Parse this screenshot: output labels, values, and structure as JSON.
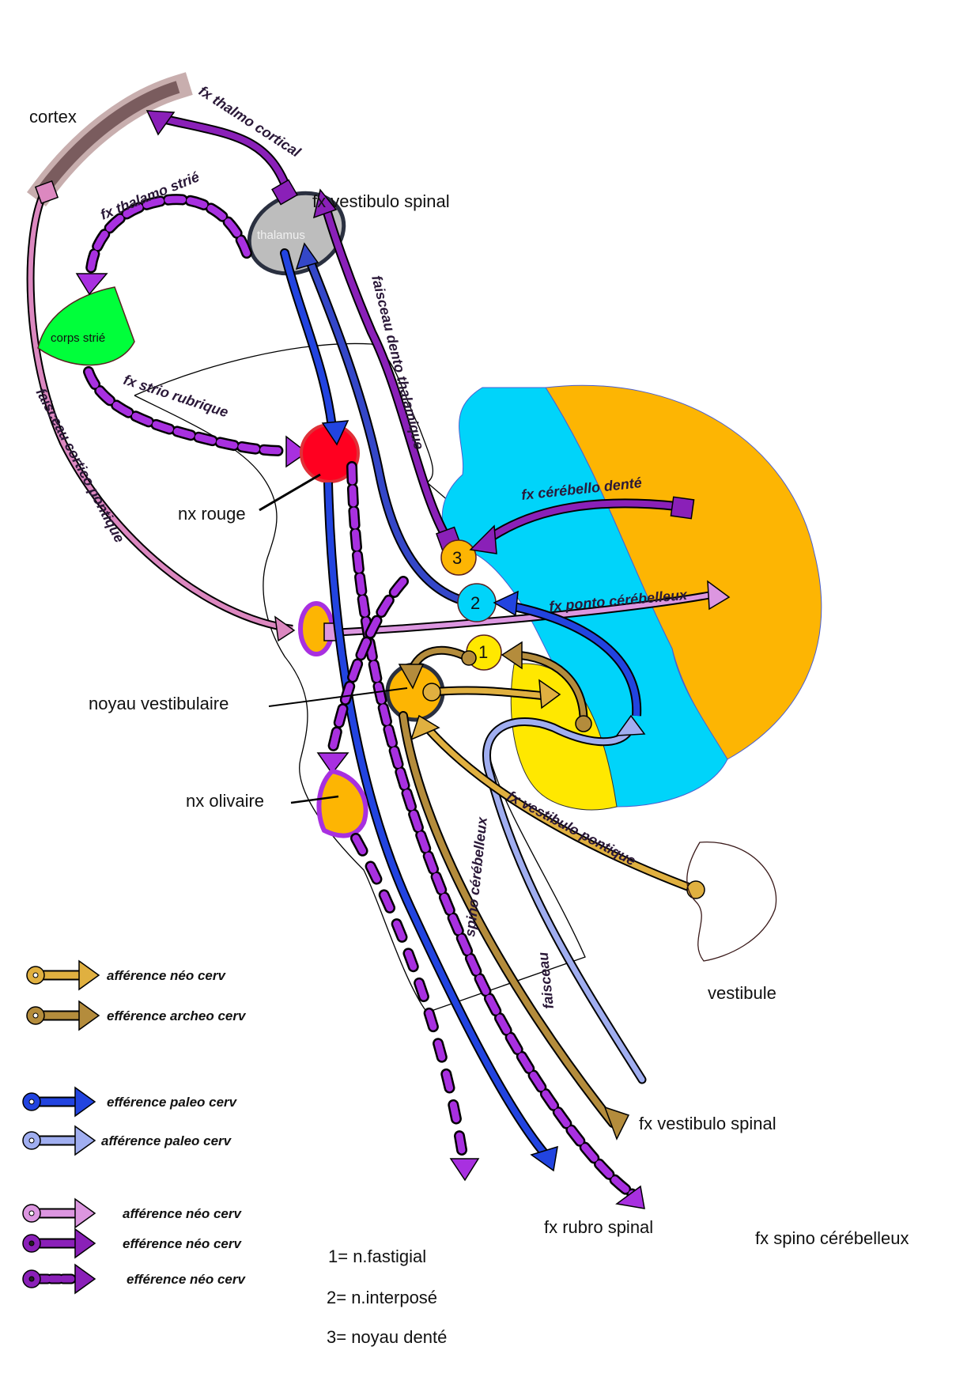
{
  "structures": {
    "cortex": "cortex",
    "thalamus": "thalamus",
    "corps_strie": "corps strié",
    "nx_rouge": "nx rouge",
    "noyau_vestibulaire": "noyau vestibulaire",
    "nx_olivaire": "nx olivaire",
    "vestibule": "vestibule",
    "nucleus_1": "1",
    "nucleus_2": "2",
    "nucleus_3": "3"
  },
  "pathways": {
    "thalmo_cortical": "fx thalmo cortical",
    "thalamo_strie": "fx thalamo strié",
    "vestibulo_spinal_top": "fx vestibulo spinal",
    "dento_thalamique": "faisceau dento  thalamique",
    "strio_rubrique": "fx strio rubrique",
    "cortico_pontique": "faisceau cortico pontique",
    "cerebello_dente": "fx cérébello denté",
    "ponto_cerebelleux": "fx ponto cérébelleux",
    "vestibulo_pontique": "fx vestibulo pontique",
    "spino_cerebelleux_vertical": "spino cérébelleux",
    "faisceau_vertical": "faisceau",
    "vestibulo_spinal_bottom": "fx vestibulo spinal",
    "rubro_spinal": "fx rubro spinal",
    "spino_cerebelleux_bottom": "fx spino cérébelleux"
  },
  "legend": [
    {
      "label": "afférence néo cerv",
      "color": "#e0b040",
      "style": "solid",
      "dot": "hollow"
    },
    {
      "label": "efférence archeo cerv",
      "color": "#b48c3c",
      "style": "solid",
      "dot": "hollow"
    },
    {
      "label": "efférence paleo cerv",
      "color": "#2244e0",
      "style": "solid",
      "dot": "hollow"
    },
    {
      "label": "afférence paleo cerv",
      "color": "#a0aef0",
      "style": "solid",
      "dot": "hollow"
    },
    {
      "label": "afférence néo cerv",
      "color": "#dc96e0",
      "style": "solid",
      "dot": "hollow"
    },
    {
      "label": "efférence néo cerv",
      "color": "#8a20b8",
      "style": "solid",
      "dot": "filled"
    },
    {
      "label": "efférence néo cerv",
      "color": "#8a20b8",
      "style": "dashed",
      "dot": "filled"
    }
  ],
  "nuclei_key": [
    "1= n.fastigial",
    "2= n.interposé",
    "3= noyau denté"
  ],
  "colors": {
    "cortex": "#7a5c5e",
    "cortex_halo": "#c8aeae",
    "thalamus": "#bdbdbd",
    "corps_strie": "#00ff3a",
    "nx_rouge": "#ff0020",
    "orange": "#fdb503",
    "cyan": "#00d4fa",
    "yellow": "#ffe800",
    "purple": "#8a20b8",
    "purple_dash": "#a830e0",
    "blue": "#2244e0",
    "blue_dark": "#3447c8",
    "light_blue": "#a0aef0",
    "pink": "#dc88c0",
    "light_pink": "#dc96e0",
    "gold": "#e0b040",
    "brown_gold": "#b48c3c"
  }
}
